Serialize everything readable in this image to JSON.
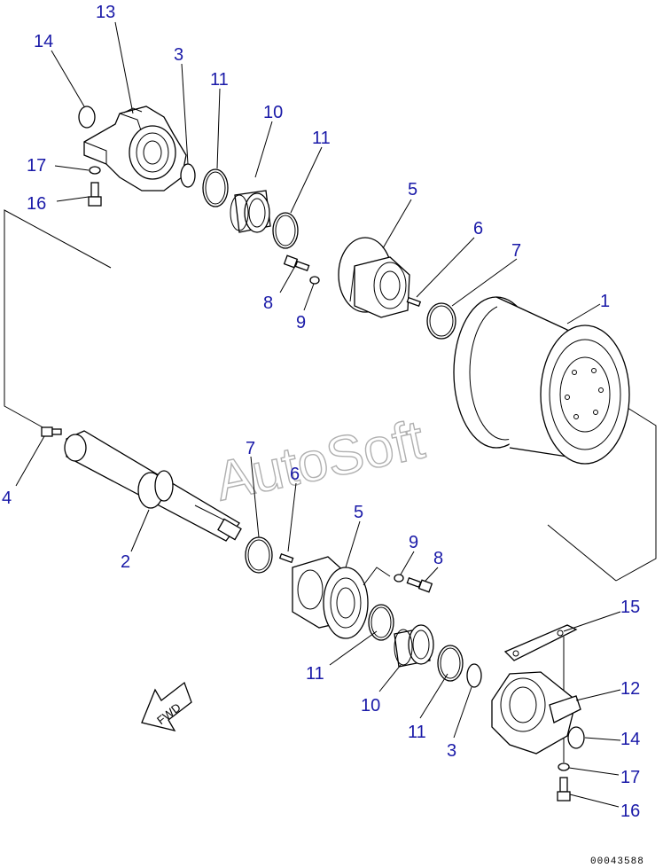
{
  "watermark": "AutoSoft",
  "drawing_number": "00043588",
  "fwd_label": "FWD",
  "callouts": [
    {
      "id": "c13",
      "text": "13"
    },
    {
      "id": "c14a",
      "text": "14"
    },
    {
      "id": "c3a",
      "text": "3"
    },
    {
      "id": "c11a",
      "text": "11"
    },
    {
      "id": "c10a",
      "text": "10"
    },
    {
      "id": "c11b",
      "text": "11"
    },
    {
      "id": "c17a",
      "text": "17"
    },
    {
      "id": "c16a",
      "text": "16"
    },
    {
      "id": "c5a",
      "text": "5"
    },
    {
      "id": "c6a",
      "text": "6"
    },
    {
      "id": "c7a",
      "text": "7"
    },
    {
      "id": "c8a",
      "text": "8"
    },
    {
      "id": "c9a",
      "text": "9"
    },
    {
      "id": "c1",
      "text": "1"
    },
    {
      "id": "c4",
      "text": "4"
    },
    {
      "id": "c7b",
      "text": "7"
    },
    {
      "id": "c6b",
      "text": "6"
    },
    {
      "id": "c5b",
      "text": "5"
    },
    {
      "id": "c2",
      "text": "2"
    },
    {
      "id": "c9b",
      "text": "9"
    },
    {
      "id": "c8b",
      "text": "8"
    },
    {
      "id": "c11c",
      "text": "11"
    },
    {
      "id": "c10b",
      "text": "10"
    },
    {
      "id": "c11d",
      "text": "11"
    },
    {
      "id": "c3b",
      "text": "3"
    },
    {
      "id": "c15",
      "text": "15"
    },
    {
      "id": "c12",
      "text": "12"
    },
    {
      "id": "c14b",
      "text": "14"
    },
    {
      "id": "c17b",
      "text": "17"
    },
    {
      "id": "c16b",
      "text": "16"
    }
  ]
}
